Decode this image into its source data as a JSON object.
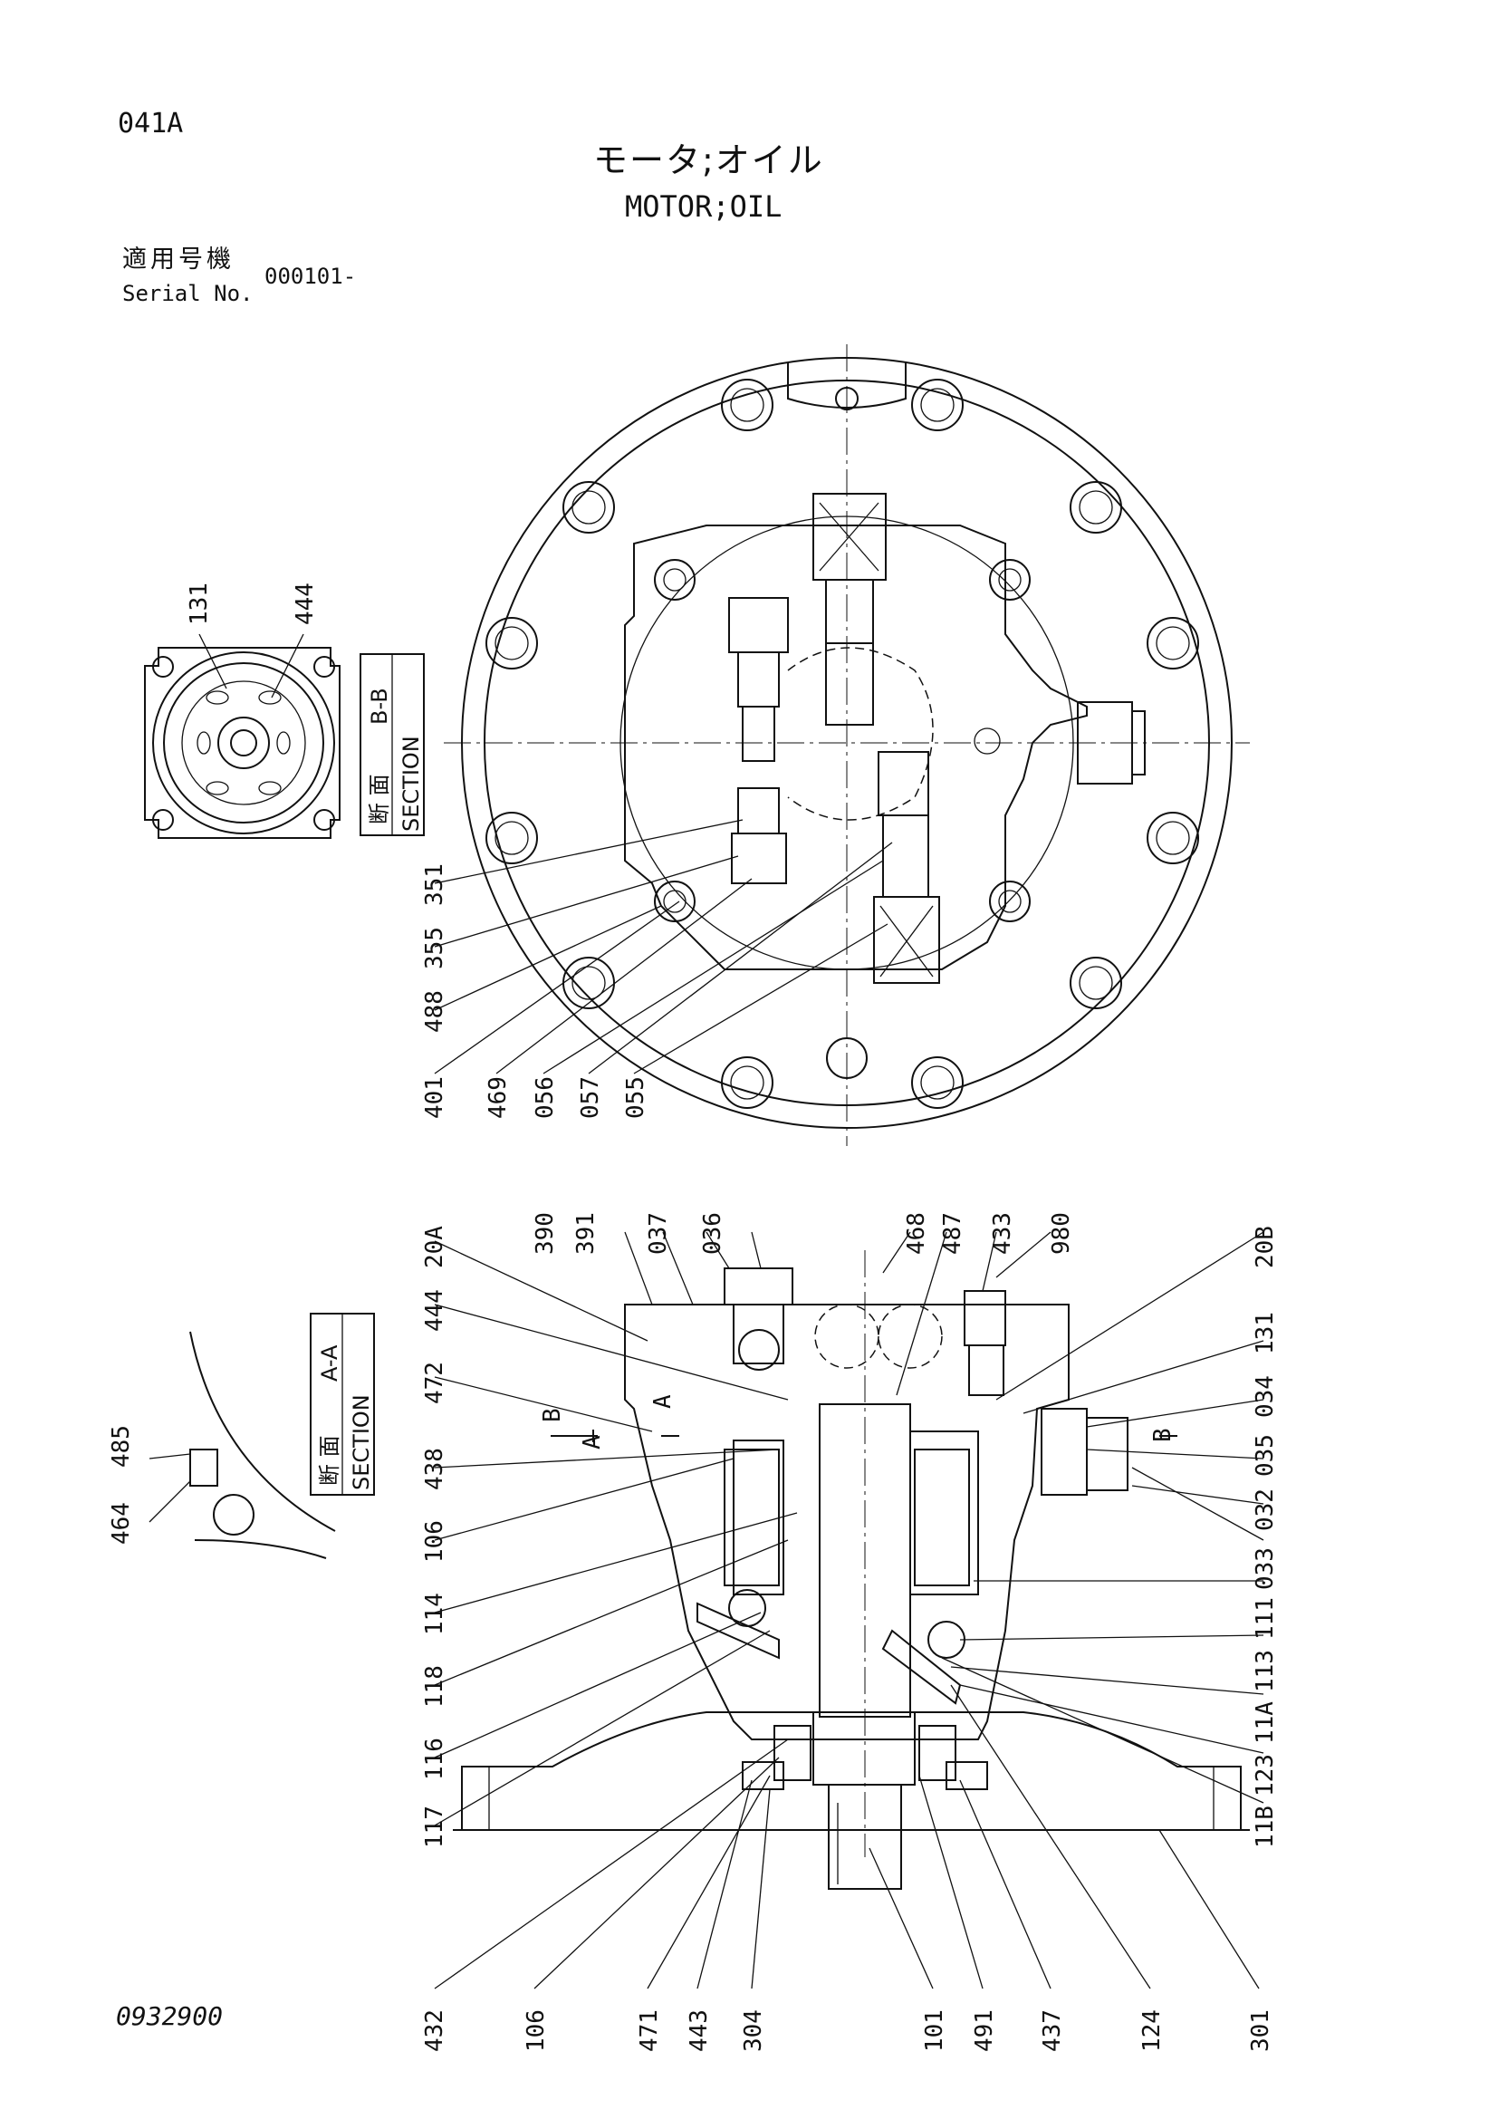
{
  "header": {
    "page_code": "041A",
    "title_jp": "モータ;オイル",
    "title_en": "MOTOR;OIL",
    "serial_label_jp": "適用号機",
    "serial_label_en": "Serial No.",
    "serial_value": "000101-"
  },
  "footer": {
    "doc_number": "0932900"
  },
  "section_bb": {
    "kanji_label": "断 面",
    "section_label": "SECTION",
    "section_id": "B-B",
    "parts": [
      "131",
      "444"
    ]
  },
  "section_aa": {
    "kanji_label": "断 面",
    "section_label": "SECTION",
    "section_id": "A-A"
  },
  "detail_small": {
    "parts": [
      "485",
      "464"
    ]
  },
  "top_view": {
    "parts": [
      "351",
      "355",
      "488",
      "401",
      "469",
      "056",
      "057",
      "055"
    ]
  },
  "section_view": {
    "marker_labels": {
      "a": "A",
      "b": "B"
    },
    "parts_top": [
      "20A",
      "390",
      "391",
      "037",
      "036",
      "468",
      "487",
      "433",
      "980",
      "20B"
    ],
    "parts_left": [
      "444",
      "472",
      "438",
      "106",
      "114",
      "118",
      "116",
      "117"
    ],
    "parts_right": [
      "131",
      "034",
      "035",
      "032",
      "033",
      "111",
      "113",
      "11A",
      "123",
      "11B"
    ],
    "parts_bottom": [
      "432",
      "106",
      "471",
      "443",
      "304",
      "101",
      "491",
      "437",
      "124",
      "301"
    ]
  }
}
